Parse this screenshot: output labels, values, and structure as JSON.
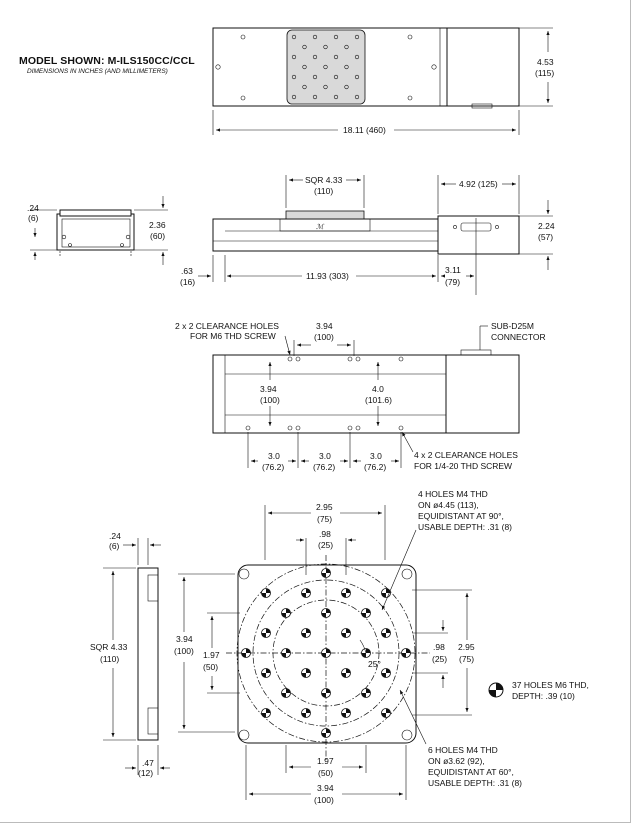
{
  "header": {
    "title": "MODEL SHOWN: M-ILS150CC/CCL",
    "subtitle": "DIMENSIONS IN INCHES (AND MILLIMETERS)"
  },
  "top_view": {
    "height": "4.53",
    "height_mm": "(115)",
    "length": "18.11 (460)"
  },
  "end_view": {
    "dim1": ".24",
    "dim1_mm": "(6)",
    "dim2": "2.36",
    "dim2_mm": "(60)"
  },
  "side_view": {
    "sqr": "SQR 4.33",
    "sqr_mm": "(110)",
    "right_w": "4.92 (125)",
    "height": "2.24",
    "height_mm": "(57)",
    "left_off": ".63",
    "left_off_mm": "(16)",
    "travel": "11.93 (303)",
    "right_off": "3.11",
    "right_off_mm": "(79)"
  },
  "base_view": {
    "note1_l1": "2 x 2 CLEARANCE HOLES",
    "note1_l2": "FOR M6 THD SCREW",
    "spacing": "3.94",
    "spacing_mm": "(100)",
    "connector_l1": "SUB-D25M",
    "connector_l2": "CONNECTOR",
    "v1": "3.94",
    "v1_mm": "(100)",
    "v2": "4.0",
    "v2_mm": "(101.6)",
    "p1": "3.0",
    "p1_mm": "(76.2)",
    "p2": "3.0",
    "p2_mm": "(76.2)",
    "p3": "3.0",
    "p3_mm": "(76.2)",
    "note2_l1": "4 x 2 CLEARANCE HOLES",
    "note2_l2": "FOR 1/4-20 THD SCREW"
  },
  "carriage_view": {
    "top_w": "2.95",
    "top_w_mm": "(75)",
    "inner_w": ".98",
    "inner_w_mm": "(25)",
    "note_a_l1": "4 HOLES M4 THD",
    "note_a_l2": "ON ø4.45 (113),",
    "note_a_l3": "EQUIDISTANT AT 90°,",
    "note_a_l4": "USABLE DEPTH: .31 (8)",
    "thk": ".24",
    "thk_mm": "(6)",
    "sqr": "SQR 4.33",
    "sqr_mm": "(110)",
    "h1": "3.94",
    "h1_mm": "(100)",
    "h2": "1.97",
    "h2_mm": "(50)",
    "angle": "25°",
    "r1": ".98",
    "r1_mm": "(25)",
    "r2": "2.95",
    "r2_mm": "(75)",
    "legend_l1": "37 HOLES M6 THD,",
    "legend_l2": "DEPTH: .39 (10)",
    "bot_thk": ".47",
    "bot_thk_mm": "(12)",
    "b1": "1.97",
    "b1_mm": "(50)",
    "b2": "3.94",
    "b2_mm": "(100)",
    "note_b_l1": "6 HOLES M4 THD",
    "note_b_l2": "ON ø3.62 (92),",
    "note_b_l3": "EQUIDISTANT AT 60°,",
    "note_b_l4": "USABLE DEPTH: .31 (8)"
  }
}
